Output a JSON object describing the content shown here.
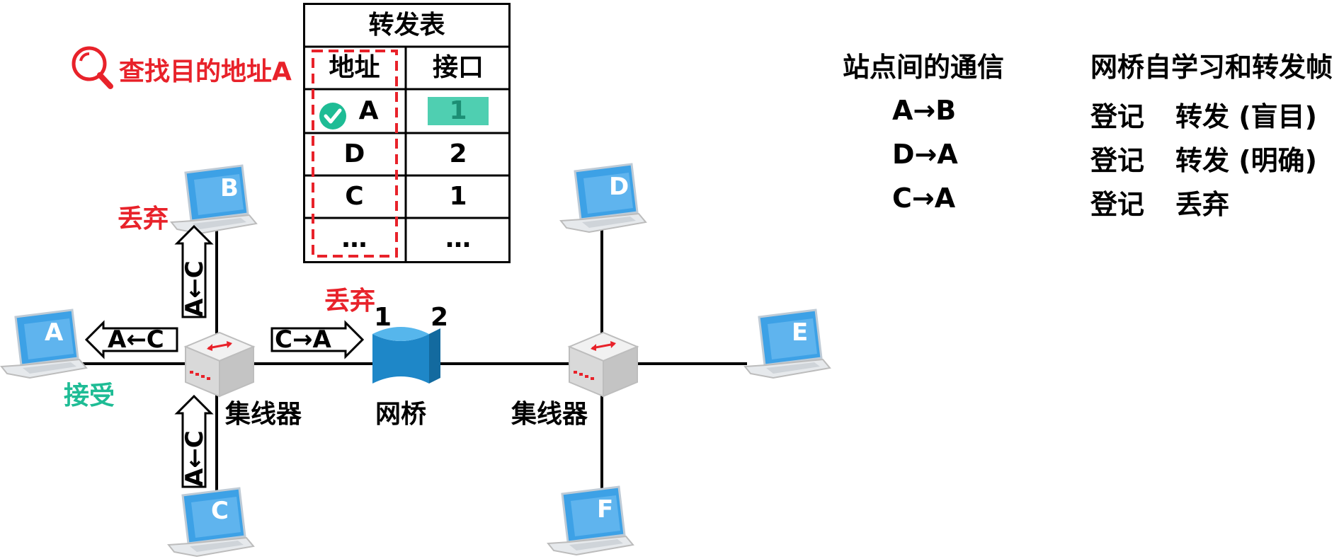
{
  "search": {
    "label": "查找目的地址A"
  },
  "table": {
    "title": "转发表",
    "headers": [
      "地址",
      "接口"
    ],
    "rows": [
      {
        "address": "A",
        "port": "1"
      },
      {
        "address": "D",
        "port": "2"
      },
      {
        "address": "C",
        "port": "1"
      },
      {
        "address": "…",
        "port": "…"
      }
    ]
  },
  "legend": {
    "col1_title": "站点间的通信",
    "col2_title": "网桥自学习和转发帧",
    "rows": [
      {
        "comm": "A→B",
        "action1": "登记",
        "action2": "转发 (盲目)"
      },
      {
        "comm": "D→A",
        "action1": "登记",
        "action2": "转发 (明确)"
      },
      {
        "comm": "C→A",
        "action1": "登记",
        "action2": "丢弃"
      }
    ]
  },
  "hosts": {
    "a": "A",
    "b": "B",
    "c": "C",
    "d": "D",
    "e": "E",
    "f": "F"
  },
  "devices": {
    "hub_left": "集线器",
    "hub_right": "集线器",
    "bridge": "网桥",
    "bridge_port1": "1",
    "bridge_port2": "2"
  },
  "frames": {
    "to_b": "A←C",
    "to_a": "A←C",
    "to_c": "A←C",
    "to_bridge": "C→A"
  },
  "statuses": {
    "b_drop": "丢弃",
    "bridge_drop": "丢弃",
    "a_accept": "接受"
  },
  "colors": {
    "red": "#e8222a",
    "green": "#1ebc95",
    "laptop_blue": "#3da1e6",
    "bridge_blue": "#1e87c8"
  }
}
